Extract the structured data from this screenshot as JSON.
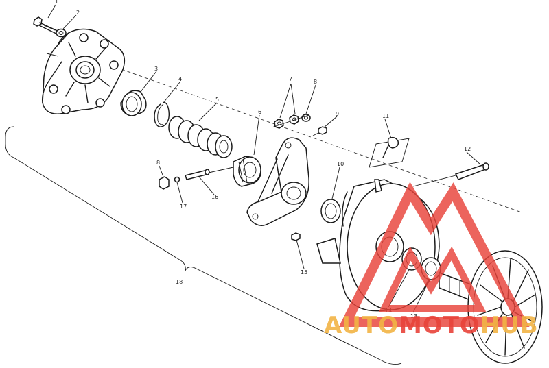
{
  "callouts": [
    {
      "id": "1",
      "label": "1"
    },
    {
      "id": "2",
      "label": "2"
    },
    {
      "id": "3",
      "label": "3"
    },
    {
      "id": "4",
      "label": "4"
    },
    {
      "id": "5",
      "label": "5"
    },
    {
      "id": "6",
      "label": "6"
    },
    {
      "id": "7",
      "label": "7"
    },
    {
      "id": "8a",
      "label": "8"
    },
    {
      "id": "8b",
      "label": "8"
    },
    {
      "id": "9",
      "label": "9"
    },
    {
      "id": "10",
      "label": "10"
    },
    {
      "id": "11",
      "label": "11"
    },
    {
      "id": "12",
      "label": "12"
    },
    {
      "id": "13",
      "label": "13"
    },
    {
      "id": "14",
      "label": "14"
    },
    {
      "id": "15",
      "label": "15"
    },
    {
      "id": "16",
      "label": "16"
    },
    {
      "id": "17",
      "label": "17"
    },
    {
      "id": "18",
      "label": "18"
    }
  ],
  "watermark": {
    "part1": "AUTO",
    "part2": "MOTO",
    "part3": "HUB",
    "color1": "#f2b445",
    "color2": "#e8433a",
    "color3": "#f2b445",
    "triangle_color": "#e8433a"
  },
  "colors": {
    "line": "#1a1a1a",
    "background": "#ffffff"
  }
}
